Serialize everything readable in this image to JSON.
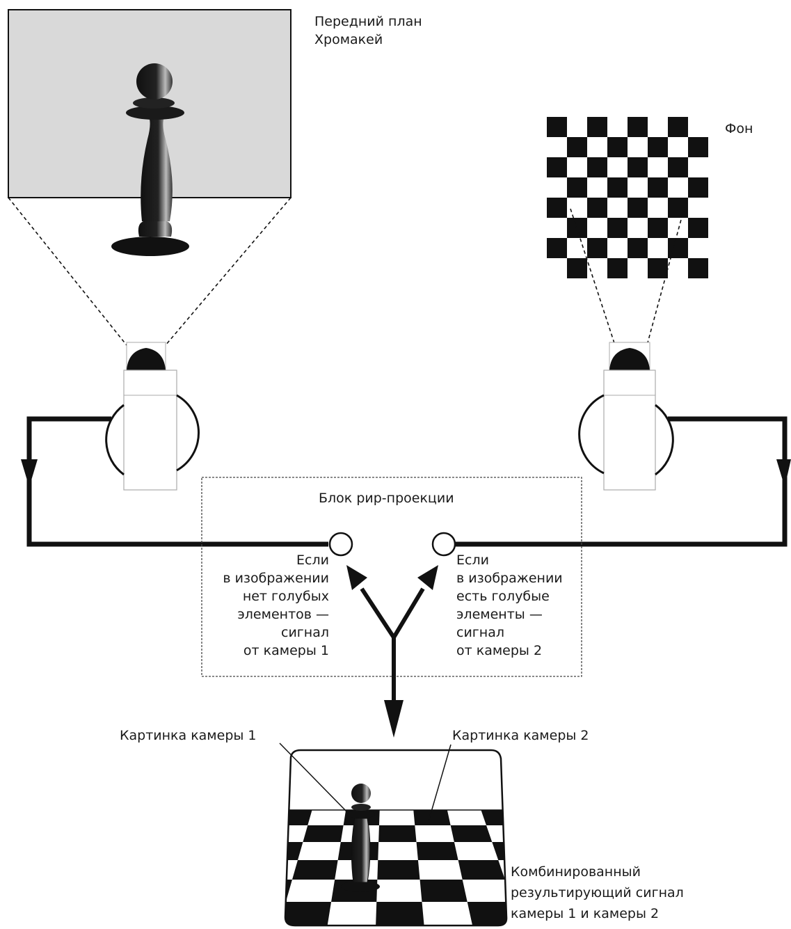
{
  "foreground": {
    "line1": "Передний план",
    "line2": "Хромакей"
  },
  "background_label": "Фон",
  "switch_block": {
    "title": "Блок рир-проекции",
    "left_condition": [
      "Если",
      "в изображении",
      "нет голубых",
      "элементов —",
      "сигнал",
      "от камеры 1"
    ],
    "right_condition": [
      "Если",
      "в изображении",
      "есть голубые",
      "элементы —",
      "сигнал",
      "от камеры 2"
    ]
  },
  "monitor": {
    "camera1_label": "Картинка камеры 1",
    "camera2_label": "Картинка камеры 2",
    "result_label": [
      "Комбинированный",
      "результирующий сигнал",
      "камеры 1 и камеры 2"
    ]
  },
  "colors": {
    "ink": "#111111",
    "chroma_panel": "#d9d9d9"
  }
}
